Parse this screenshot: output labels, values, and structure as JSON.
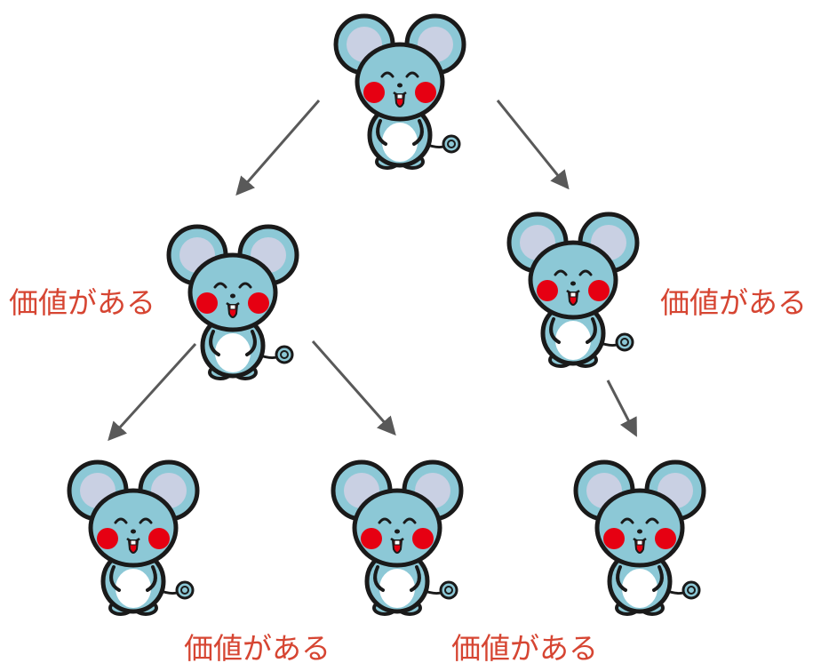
{
  "label_text": "価値がある",
  "colors": {
    "label": "#d64532",
    "arrow": "#595959",
    "body": "#8cc8d6",
    "ear_inner": "#c9d0e3",
    "outline": "#1a1a1a",
    "cheek": "#e60012",
    "belly": "#ffffff",
    "tongue": "#e60012"
  },
  "tree": {
    "root": "mouse-a",
    "children": {
      "mouse-a": [
        "mouse-b",
        "mouse-c"
      ],
      "mouse-b": [
        "mouse-d",
        "mouse-e"
      ],
      "mouse-c": [
        "mouse-f"
      ]
    },
    "labeled": [
      "mouse-b",
      "mouse-c",
      "mouse-d",
      "mouse-e"
    ]
  },
  "icons": {
    "mouse": "mouse-icon",
    "arrow": "arrow-icon"
  }
}
